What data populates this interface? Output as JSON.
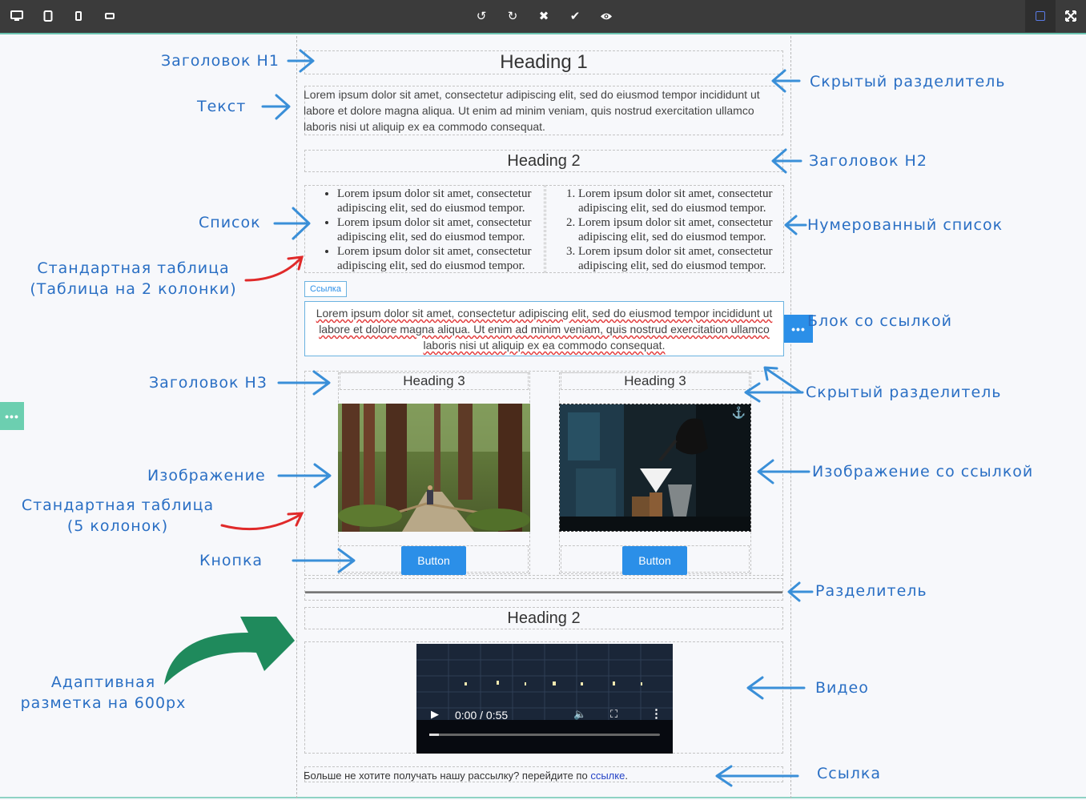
{
  "toolbar": {
    "left_icons": [
      "desktop-icon",
      "tablet-icon",
      "mobile-icon",
      "mobile-landscape-icon"
    ],
    "center_icons": [
      "undo-icon",
      "redo-icon",
      "close-icon",
      "check-icon",
      "eye-icon"
    ],
    "right_icons": [
      "square-icon",
      "fullscreen-icon"
    ],
    "glyphs": {
      "undo": "↺",
      "redo": "↻",
      "close": "✖",
      "check": "✔",
      "eye": "👁",
      "fullscreen": "✜"
    }
  },
  "canvas": {
    "heading1": "Heading 1",
    "intro_text": "Lorem ipsum dolor sit amet, consectetur adipiscing elit, sed do eiusmod tempor incididunt ut labore et dolore magna aliqua. Ut enim ad minim veniam, quis nostrud exercitation ullamco laboris nisi ut aliquip ex ea commodo consequat.",
    "heading2_top": "Heading 2",
    "bullet_list": [
      "Lorem ipsum dolor sit amet, consectetur adipiscing elit, sed do eiusmod tempor.",
      "Lorem ipsum dolor sit amet, consectetur adipiscing elit, sed do eiusmod tempor.",
      "Lorem ipsum dolor sit amet, consectetur adipiscing elit, sed do eiusmod tempor."
    ],
    "numbered_list": [
      "Lorem ipsum dolor sit amet, consectetur adipiscing elit, sed do eiusmod tempor.",
      "Lorem ipsum dolor sit amet, consectetur adipiscing elit, sed do eiusmod tempor.",
      "Lorem ipsum dolor sit amet, consectetur adipiscing elit, sed do eiusmod tempor."
    ],
    "link_tag": "Ссылка",
    "link_block_text": "Lorem ipsum dolor sit amet, consectetur adipiscing elit, sed do eiusmod tempor incididunt ut labore et dolore magna aliqua. Ut enim ad minim veniam, quis nostrud exercitation ullamco laboris nisi ut aliquip ex ea commodo consequat.",
    "columns": [
      {
        "heading": "Heading 3",
        "image": "forest-image",
        "button": "Button"
      },
      {
        "heading": "Heading 3",
        "image": "coffee-image",
        "button": "Button"
      }
    ],
    "heading2_bottom": "Heading 2",
    "video": {
      "time": "0:00 / 0:55",
      "progress": 0
    },
    "footer_text": "Больше не хотите получать нашу рассылку? перейдите по ",
    "footer_link": "ссылке",
    "footer_period": ".",
    "handle_glyph": "•••"
  },
  "annotations": {
    "h1": "Заголовок H1",
    "text": "Текст",
    "hidden_divider_top": "Скрытый разделитель",
    "h2": "Заголовок H2",
    "list": "Список",
    "numbered_list": "Нумерованный список",
    "std_table_2_line1": "Стандартная таблица",
    "std_table_2_line2": "(Таблица на 2 колонки)",
    "link_block": "Блок со ссылкой",
    "h3": "Заголовок H3",
    "hidden_divider_mid": "Скрытый разделитель",
    "image": "Изображение",
    "image_link": "Изображение со ссылкой",
    "std_table_5_line1": "Стандартная таблица",
    "std_table_5_line2": "(5 колонок)",
    "button": "Кнопка",
    "divider": "Разделитель",
    "adaptive_line1": "Адаптивная",
    "adaptive_line2": "разметка на 600px",
    "video": "Видео",
    "link": "Ссылка"
  },
  "colors": {
    "annotation": "#2a6fc4",
    "arrow_blue": "#3a8fd8",
    "arrow_red": "#e02a2a",
    "arrow_green": "#1f8a5c",
    "button": "#2b8fe8",
    "toolbar": "#3b3b3b",
    "handle_green": "#6ccfb0"
  }
}
